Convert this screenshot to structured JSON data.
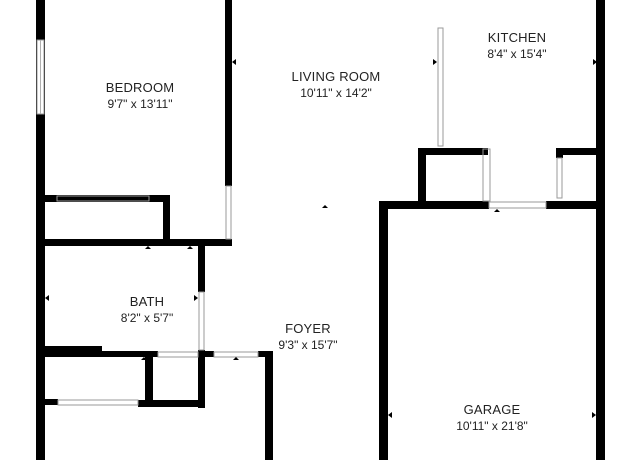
{
  "rooms": {
    "bedroom": {
      "name": "BEDROOM",
      "dims": "9'7\" x 13'11\""
    },
    "living_room": {
      "name": "LIVING ROOM",
      "dims": "10'11\" x 14'2\""
    },
    "kitchen": {
      "name": "KITCHEN",
      "dims": "8'4\" x 15'4\""
    },
    "bath": {
      "name": "BATH",
      "dims": "8'2\" x 5'7\""
    },
    "foyer": {
      "name": "FOYER",
      "dims": "9'3\" x 15'7\""
    },
    "garage": {
      "name": "GARAGE",
      "dims": "10'11\" x 21'8\""
    }
  },
  "colors": {
    "wall": "#000000",
    "background": "#ffffff",
    "text": "#222222",
    "window": "#c8c8c8"
  }
}
